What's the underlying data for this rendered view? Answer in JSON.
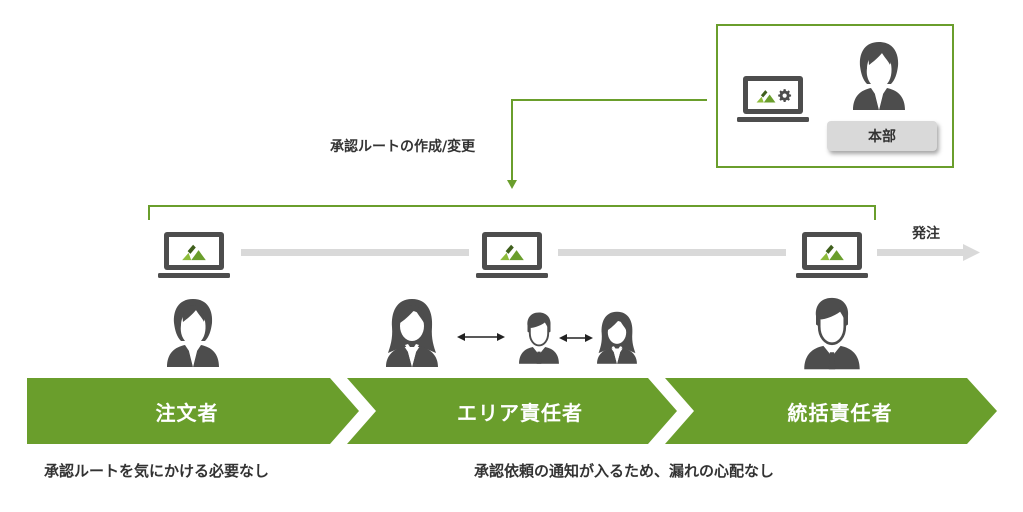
{
  "colors": {
    "accent_green": "#6a9e2c",
    "icon_gray": "#4d4d4d",
    "connector_gray": "#d9d9d9",
    "label_bg": "#d9d9d9",
    "text_dark": "#333333"
  },
  "headquarters": {
    "label": "本部",
    "icons": [
      "laptop-settings-icon",
      "person-female-icon"
    ]
  },
  "route_edit": {
    "label": "承認ルートの作成/変更"
  },
  "order": {
    "label": "発注"
  },
  "stages": [
    {
      "label": "注文者",
      "icons": [
        "laptop-app-icon",
        "person-female-icon"
      ]
    },
    {
      "label": "エリア責任者",
      "icons": [
        "laptop-app-icon",
        "person-female-long-hair-icon",
        "double-arrow-icon",
        "person-male-icon",
        "double-arrow-icon",
        "person-female-long-hair-icon"
      ]
    },
    {
      "label": "統括責任者",
      "icons": [
        "laptop-app-icon",
        "person-male-icon"
      ]
    }
  ],
  "notes": [
    "承認ルートを気にかける必要なし",
    "承認依頼の通知が入るため、漏れの心配なし"
  ]
}
